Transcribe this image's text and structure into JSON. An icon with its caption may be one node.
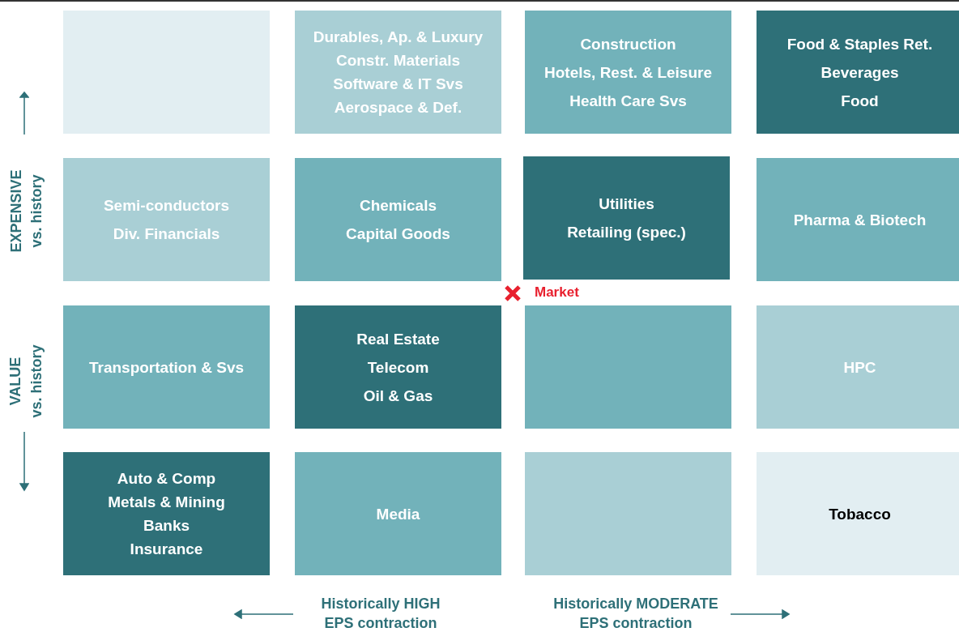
{
  "diagram": {
    "nodes": [
      {
        "text": [],
        "shape": "box"
      },
      {
        "text": [
          "Durables, Ap. & Luxury",
          "Constr. Materials",
          "Software & IT Svs",
          "Aerospace & Def."
        ]
      },
      {
        "text": [
          "Construction",
          "Hotels, Rest. & Leisure",
          "Health Care Svs"
        ]
      },
      {
        "text": [
          "Food & Staples Ret.",
          "Beverages",
          "Food"
        ]
      },
      {
        "text": [
          "Semi-conductors",
          "Div. Financials"
        ]
      },
      {
        "text": [
          "Chemicals",
          "Capital Goods"
        ]
      },
      {
        "text": [
          "Utilities",
          "Retailing (spec.)"
        ]
      },
      {
        "text": [
          "Pharma & Biotech"
        ]
      },
      {
        "text": [
          "Transportation & Svs"
        ]
      },
      {
        "text": [
          "Real Estate",
          "Telecom",
          "Oil & Gas"
        ]
      },
      {
        "text": [],
        "shape": "box"
      },
      {
        "text": [
          "HPC"
        ]
      },
      {
        "text": [
          "Auto & Comp",
          "Metals & Mining",
          "Banks",
          "Insurance"
        ]
      },
      {
        "text": [
          "Media"
        ]
      },
      {
        "text": [],
        "shape": "box"
      },
      {
        "text": [
          "Tobacco"
        ]
      }
    ],
    "labels": [
      "EXPENSIVE",
      "vs. history",
      "Market",
      "VALUE",
      "vs. history",
      "Historically HIGH EPS contraction",
      "Historically MODERATE EPS contraction"
    ]
  }
}
